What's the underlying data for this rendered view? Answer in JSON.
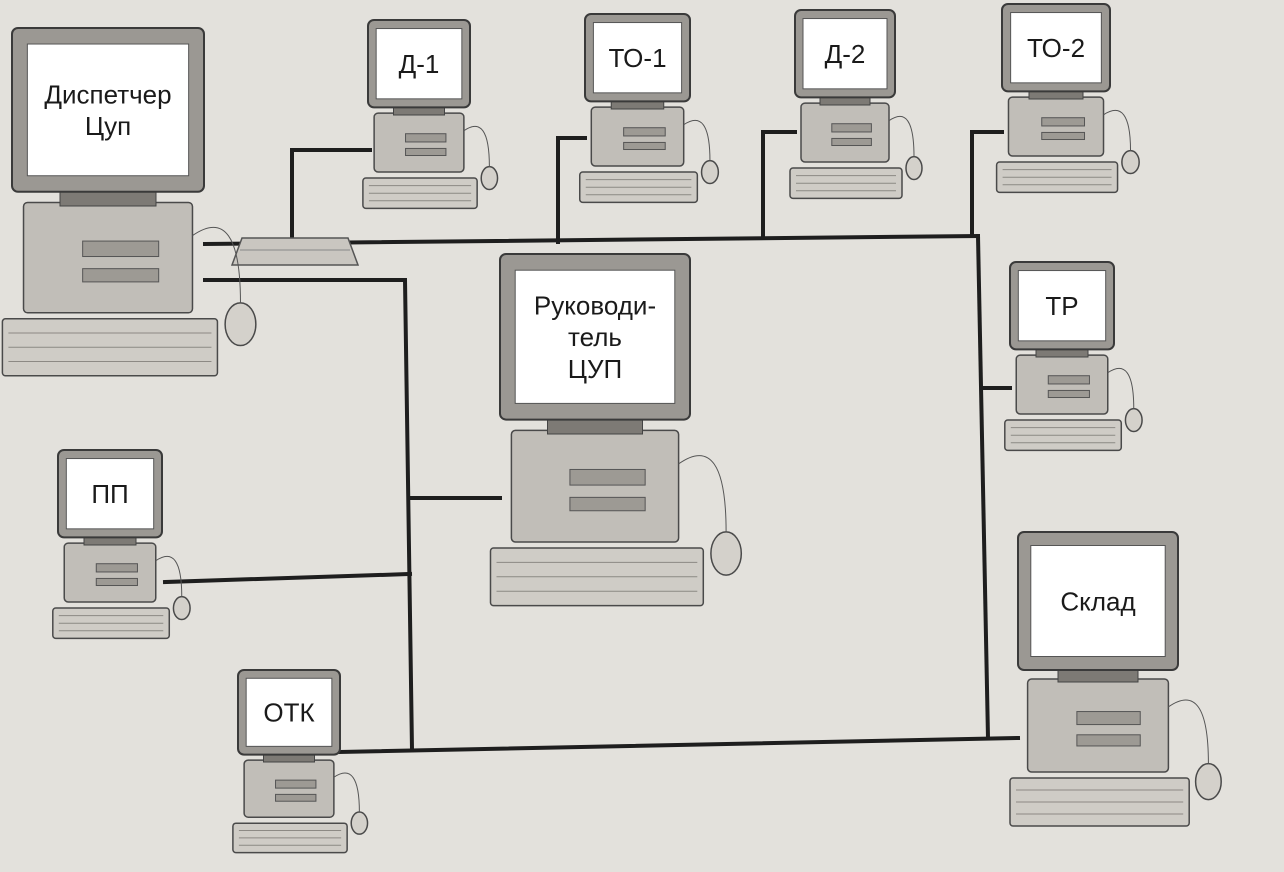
{
  "diagram": {
    "workstations": [
      {
        "id": "dispatcher",
        "lines": [
          "Диспетчер",
          "Цуп"
        ]
      },
      {
        "id": "d1",
        "lines": [
          "Д-1"
        ]
      },
      {
        "id": "to1",
        "lines": [
          "ТО-1"
        ]
      },
      {
        "id": "d2",
        "lines": [
          "Д-2"
        ]
      },
      {
        "id": "to2",
        "lines": [
          "ТО-2"
        ]
      },
      {
        "id": "manager",
        "lines": [
          "Руководи-",
          "тель",
          "ЦУП"
        ]
      },
      {
        "id": "tr",
        "lines": [
          "ТР"
        ]
      },
      {
        "id": "pp",
        "lines": [
          "ПП"
        ]
      },
      {
        "id": "otk",
        "lines": [
          "ОТК"
        ]
      },
      {
        "id": "sklad",
        "lines": [
          "Склад"
        ]
      }
    ]
  }
}
